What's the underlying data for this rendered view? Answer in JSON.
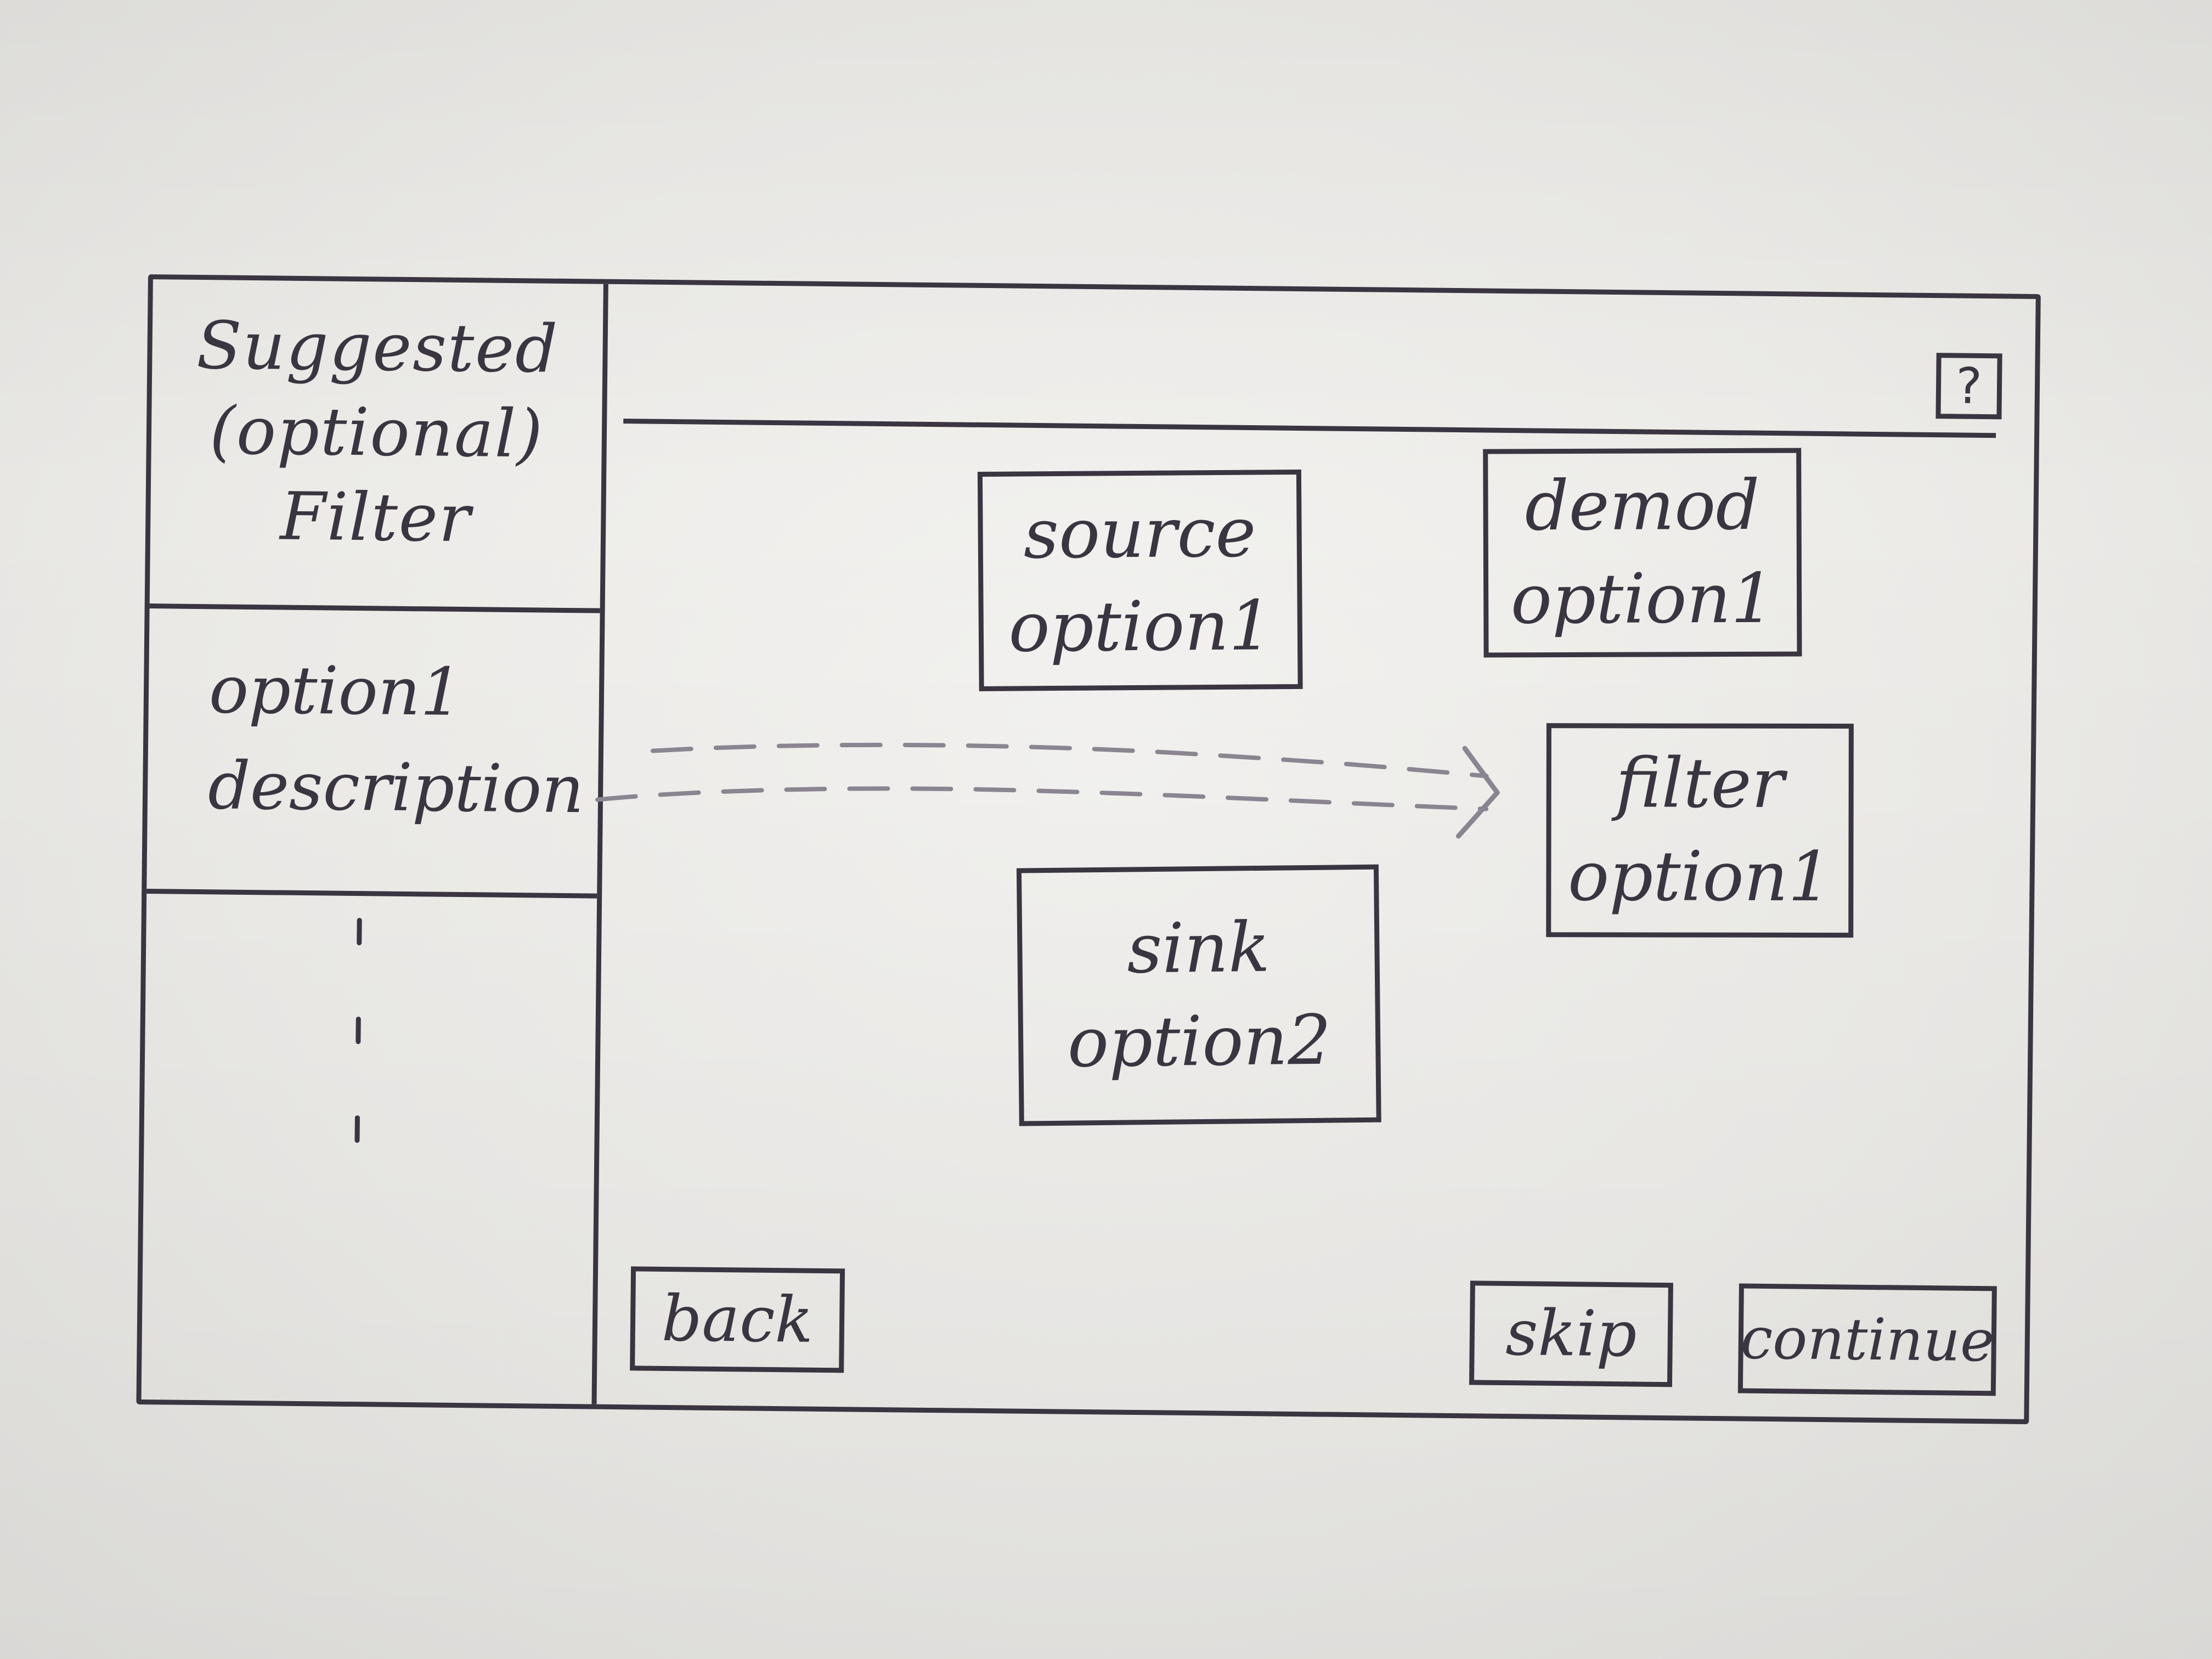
{
  "sidebar": {
    "header_lines": [
      "Suggested",
      "(optional)",
      "Filter"
    ],
    "option": {
      "title": "option1",
      "description": "description"
    }
  },
  "toolbar": {
    "help_label": "?"
  },
  "canvas": {
    "cards": {
      "source": {
        "line1": "source",
        "line2": "option1"
      },
      "demod": {
        "line1": "demod",
        "line2": "option1"
      },
      "filter": {
        "line1": "filter",
        "line2": "option1"
      },
      "sink": {
        "line1": "sink",
        "line2": "option2"
      }
    }
  },
  "footer": {
    "back_label": "back",
    "skip_label": "skip",
    "continue_label": "continue"
  },
  "colors": {
    "ink": "#3a3540",
    "paper": "#efeeeb"
  }
}
